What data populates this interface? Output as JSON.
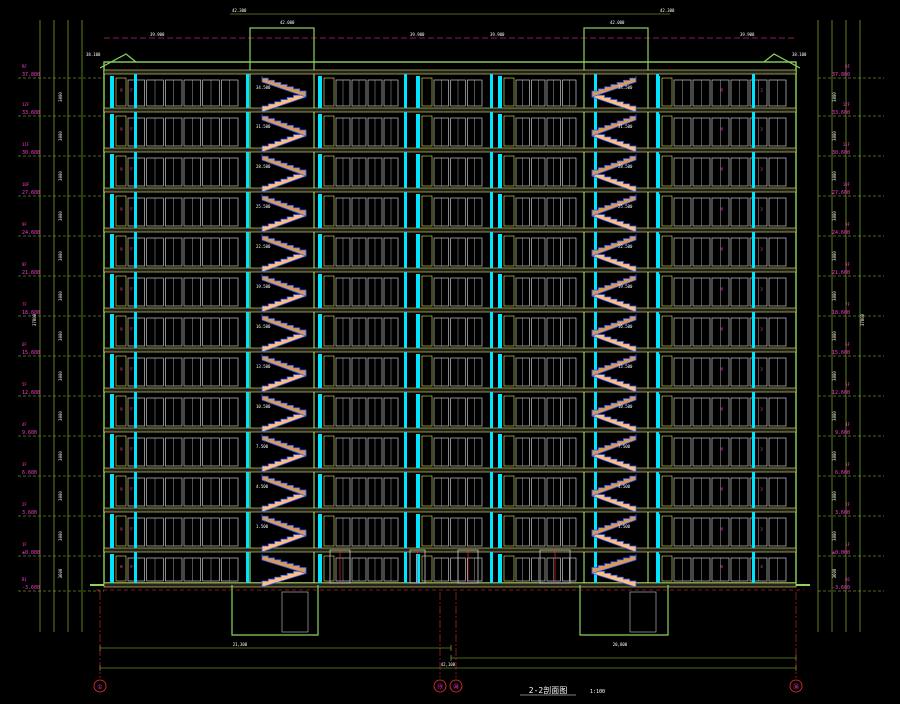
{
  "drawing": {
    "title": "2-2剖面图",
    "scale": "1:100",
    "colors": {
      "background": "#000000",
      "wall": "#8dd35f",
      "floor_line": "#e8e85a",
      "stair": "#ffbf80",
      "stair_outline": "#2e5bff",
      "cyan": "#00e5ff",
      "magenta": "#ff3bd0",
      "window": "#c8c8c8",
      "red": "#ff3030",
      "dim": "#9acd32",
      "label": "#ffffff"
    }
  },
  "top_labels": {
    "left_top": "42.300",
    "right_top": "42.300",
    "left_core": "42.000",
    "right_core": "42.000",
    "parapet_marks": [
      "39.900",
      "39.900",
      "39.900",
      "39.900"
    ],
    "roof_left": "38.100",
    "roof_right": "38.100"
  },
  "levels_left": [
    "37.800",
    "33.600",
    "30.600",
    "27.600",
    "24.600",
    "21.600",
    "18.600",
    "15.600",
    "12.600",
    "9.600",
    "6.600",
    "3.600",
    "±0.000",
    "-3.600"
  ],
  "levels_right": [
    "37.800",
    "33.600",
    "30.600",
    "27.600",
    "24.600",
    "21.600",
    "18.600",
    "15.600",
    "12.600",
    "9.600",
    "6.600",
    "3.600",
    "±0.000",
    "-3.600"
  ],
  "floor_tags": [
    "RF",
    "12F",
    "11F",
    "10F",
    "9F",
    "8F",
    "7F",
    "6F",
    "5F",
    "4F",
    "3F",
    "2F",
    "1F",
    "B1"
  ],
  "storey_heights": [
    "3000",
    "3000",
    "3000",
    "3000",
    "3000",
    "3000",
    "3000",
    "3000",
    "3000",
    "3000",
    "3000",
    "3000",
    "3600"
  ],
  "total_height": "37800",
  "stair_landings_left": [
    "34.500",
    "31.500",
    "28.500",
    "25.500",
    "22.500",
    "19.500",
    "16.500",
    "13.500",
    "10.500",
    "7.500",
    "4.500",
    "1.500"
  ],
  "stair_landings_right": [
    "34.500",
    "31.500",
    "28.500",
    "25.500",
    "22.500",
    "19.500",
    "16.500",
    "13.500",
    "10.500",
    "7.500",
    "4.500",
    "1.500"
  ],
  "room_tags": [
    "卧",
    "厅",
    "厨",
    "卫"
  ],
  "bottom_dims": {
    "segment_left": "21,300",
    "segment_right": "20,800",
    "overall": "42,100"
  },
  "axes": [
    "①",
    "⑲",
    "⑳",
    "㊱"
  ]
}
